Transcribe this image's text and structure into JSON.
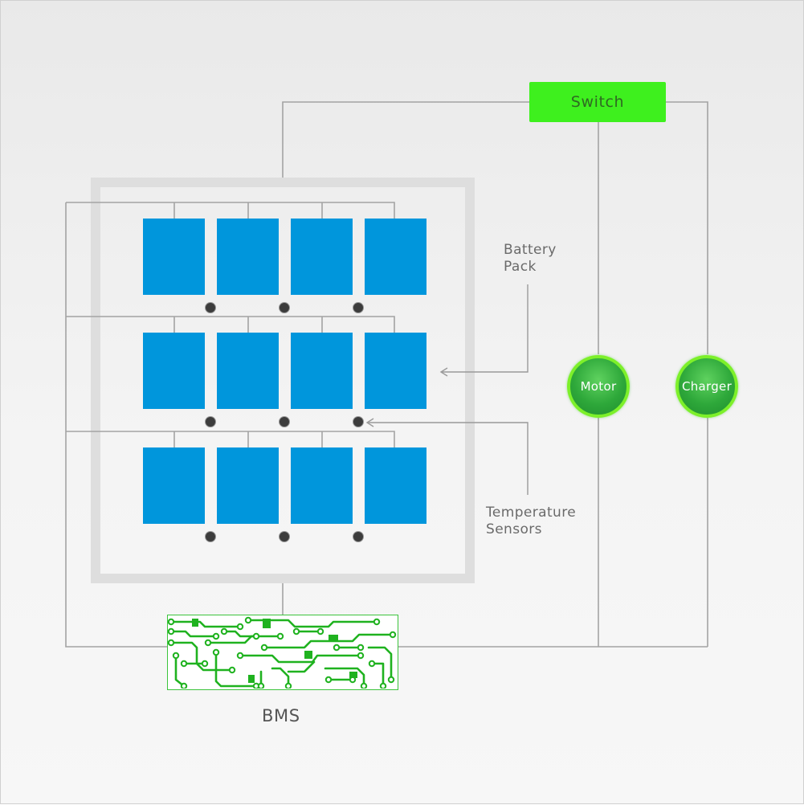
{
  "labels": {
    "switch": "Switch",
    "motor": "Motor",
    "charger": "Charger",
    "battery_pack": [
      "Battery",
      "Pack"
    ],
    "temperature_sensors": [
      "Temperature",
      "Sensors"
    ],
    "bms": "BMS"
  },
  "battery": {
    "rows": 3,
    "cells_per_row": 4,
    "sensors_per_row": 3
  },
  "colors": {
    "cell": "#0096dc",
    "switch": "#3ef01e",
    "node_ring": "#7df02a",
    "node_fill": "#2ea83a",
    "pcb_trace": "#1fb21f",
    "wire": "#a0a0a0",
    "pack_frame": "#dedede",
    "sensor": "#3c3c3c"
  }
}
